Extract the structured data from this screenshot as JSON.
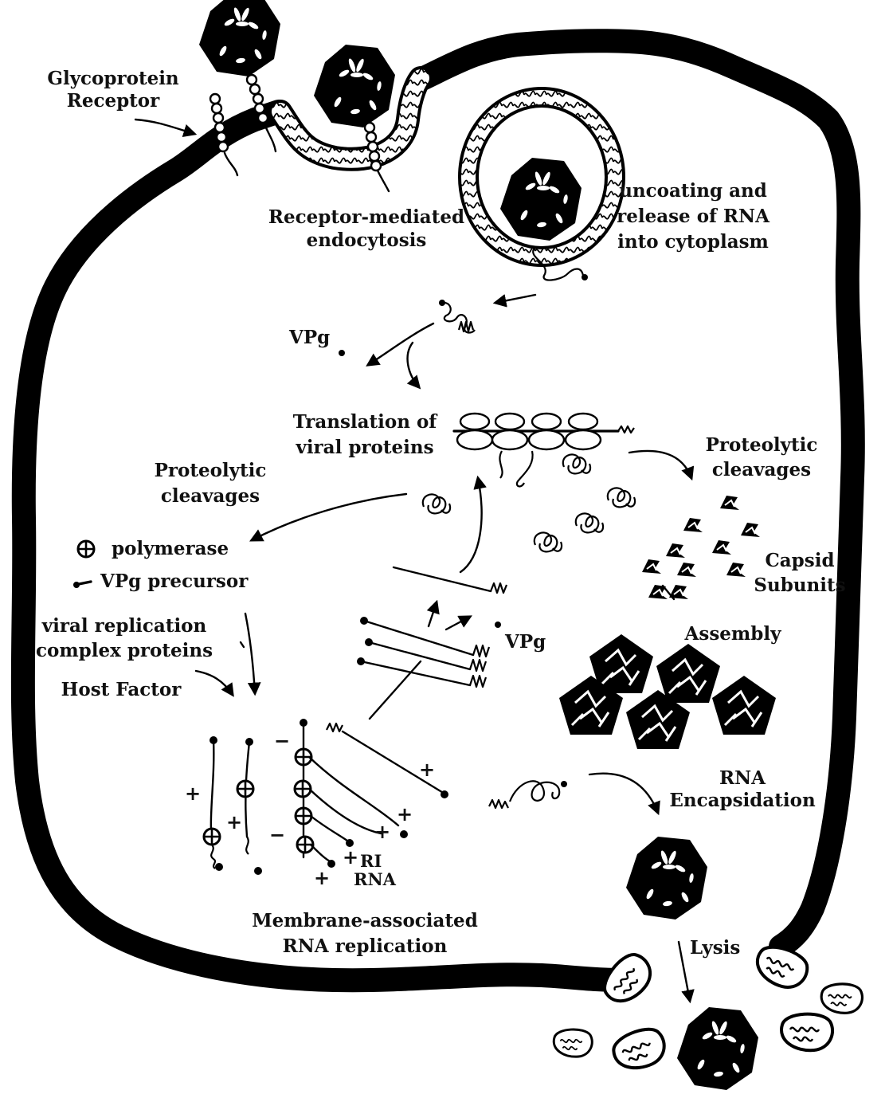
{
  "labels": {
    "glycoprotein_receptor": [
      "Glycoprotein",
      "Receptor"
    ],
    "endocytosis": [
      "Receptor-mediated",
      "endocytosis"
    ],
    "uncoating": [
      "uncoating and",
      "release of RNA",
      "into cytoplasm"
    ],
    "vpg_top": "VPg",
    "translation": [
      "Translation of",
      "viral proteins"
    ],
    "proteolytic_left": [
      "Proteolytic",
      "cleavages"
    ],
    "proteolytic_right": [
      "Proteolytic",
      "cleavages"
    ],
    "legend_polymerase": "polymerase",
    "legend_vpg_precursor": "VPg precursor",
    "replication_complex": [
      "viral replication",
      "complex proteins"
    ],
    "host_factor": "Host Factor",
    "capsid_subunits": [
      "Capsid",
      "Subunits"
    ],
    "vpg_mid": "VPg",
    "assembly": "Assembly",
    "ri_rna": [
      "RI",
      "RNA"
    ],
    "rna_encapsidation": [
      "RNA",
      "Encapsidation"
    ],
    "membrane_replication": [
      "Membrane-associated",
      "RNA replication"
    ],
    "lysis": "Lysis"
  },
  "colors": {
    "ink": "#000000",
    "paper": "#ffffff"
  }
}
